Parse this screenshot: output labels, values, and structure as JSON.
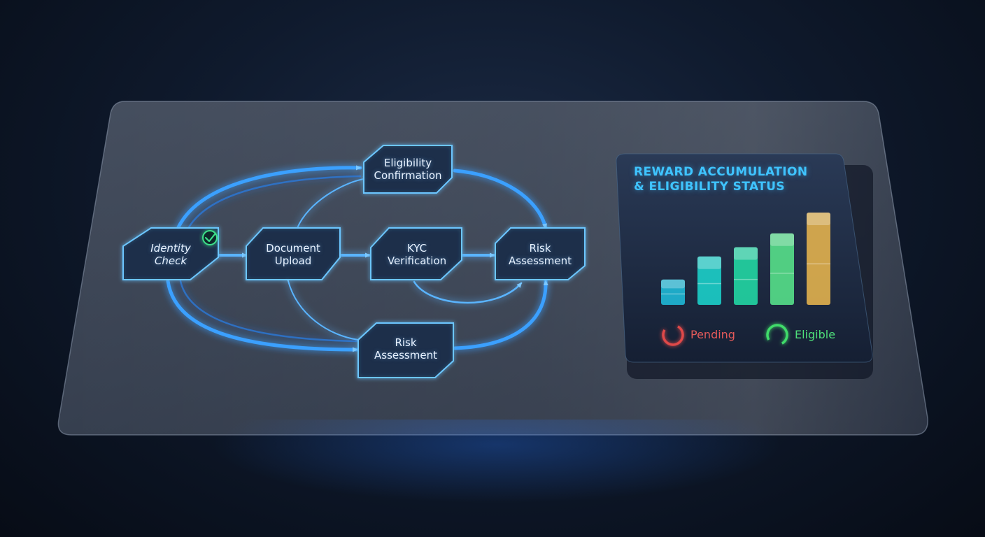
{
  "diagram": {
    "nodes": {
      "identity_check": [
        "Identity",
        "Check"
      ],
      "document_upload": [
        "Document",
        "Upload"
      ],
      "kyc_verification": [
        "KYC",
        "Verification"
      ],
      "risk_assessment_right": [
        "Risk",
        "Assessment"
      ],
      "eligibility_confirmation": [
        "Eligibility",
        "Confirmation"
      ],
      "risk_assessment_bottom": [
        "Risk",
        "Assessment"
      ]
    },
    "completed_icon": "check-circle-icon",
    "flow_color": "#3aa0ff"
  },
  "reward_card": {
    "title": [
      "REWARD ACCUMULATION",
      "& ELIGIBILITY STATUS"
    ],
    "title_color": "#3fc4ff",
    "chart_data": {
      "type": "bar",
      "values": [
        0.22,
        0.42,
        0.5,
        0.62,
        0.8
      ],
      "colors": [
        "#1fb8d6",
        "#1ccfc9",
        "#22d6a3",
        "#56e08a",
        "#e2b14e"
      ],
      "ylim": [
        0,
        1
      ]
    },
    "legend": {
      "pending": {
        "label": "Pending",
        "color": "#e04848"
      },
      "eligible": {
        "label": "Eligible",
        "color": "#3fdc6a"
      }
    }
  }
}
